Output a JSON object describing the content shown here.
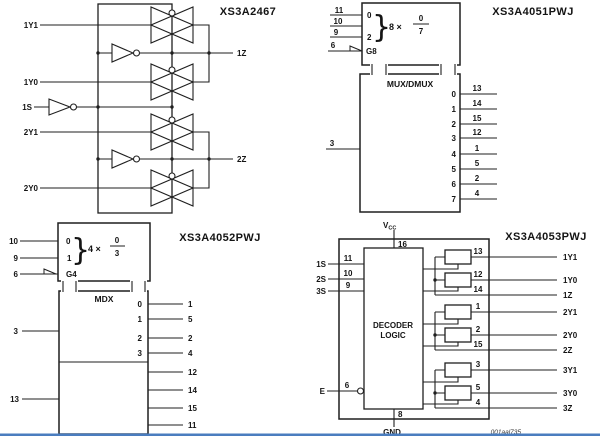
{
  "page": {
    "footer_color": "#4a7dbf"
  },
  "panels": {
    "cbt": {
      "title": "XS3A2467",
      "inputs": [
        "1Y1",
        "1Y0",
        "1S",
        "2Y1",
        "2Y0"
      ],
      "outputs": [
        "1Z",
        "2Z"
      ]
    },
    "mux4051": {
      "title": "XS3A4051PWJ",
      "select_pins": [
        "11",
        "10",
        "9"
      ],
      "select_range_top": "0",
      "select_range_bottom": "2",
      "weight_label": "8 ×",
      "frac_numerator": "0",
      "frac_denominator": "7",
      "enable_pin": "6",
      "enable_label": "G8",
      "block_label": "MUX/DMUX",
      "common_pin": "3",
      "channels": [
        {
          "ch": "0",
          "pin": "13"
        },
        {
          "ch": "1",
          "pin": "14"
        },
        {
          "ch": "2",
          "pin": "15"
        },
        {
          "ch": "3",
          "pin": "12"
        },
        {
          "ch": "4",
          "pin": "1"
        },
        {
          "ch": "5",
          "pin": "5"
        },
        {
          "ch": "6",
          "pin": "2"
        },
        {
          "ch": "7",
          "pin": "4"
        }
      ]
    },
    "mux4052": {
      "title": "XS3A4052PWJ",
      "select_pins": [
        "10",
        "9"
      ],
      "select_range_top": "0",
      "select_range_bottom": "1",
      "weight_label": "4 ×",
      "frac_numerator": "0",
      "frac_denominator": "3",
      "enable_pin": "6",
      "enable_label": "G4",
      "block_label": "MDX",
      "common_pin_a": "3",
      "common_pin_b": "13",
      "channels_a": [
        {
          "ch": "0",
          "pin": "1"
        },
        {
          "ch": "1",
          "pin": "5"
        },
        {
          "ch": "2",
          "pin": "2"
        },
        {
          "ch": "3",
          "pin": "4"
        }
      ],
      "channels_b": [
        "12",
        "14",
        "15",
        "11"
      ]
    },
    "mux4053": {
      "title": "XS3A4053PWJ",
      "vcc_prefix": "V",
      "vcc_sub": "CC",
      "vcc_pin": "16",
      "gnd_label": "GND",
      "gnd_pin": "8",
      "inputs": [
        {
          "label": "1S",
          "pin": "11"
        },
        {
          "label": "2S",
          "pin": "10"
        },
        {
          "label": "3S",
          "pin": "9"
        }
      ],
      "enable": {
        "label": "E",
        "pin": "6"
      },
      "block_label_line1": "DECODER",
      "block_label_line2": "LOGIC",
      "groups": [
        {
          "a_pin": "13",
          "a_label": "1Y1",
          "b_pin": "12",
          "b_label": "1Y0",
          "z_pin": "14",
          "z_label": "1Z"
        },
        {
          "a_pin": "1",
          "a_label": "2Y1",
          "b_pin": "2",
          "b_label": "2Y0",
          "z_pin": "15",
          "z_label": "2Z"
        },
        {
          "a_pin": "3",
          "a_label": "3Y1",
          "b_pin": "5",
          "b_label": "3Y0",
          "z_pin": "4",
          "z_label": "3Z"
        }
      ],
      "watermark": "001aal735"
    }
  }
}
